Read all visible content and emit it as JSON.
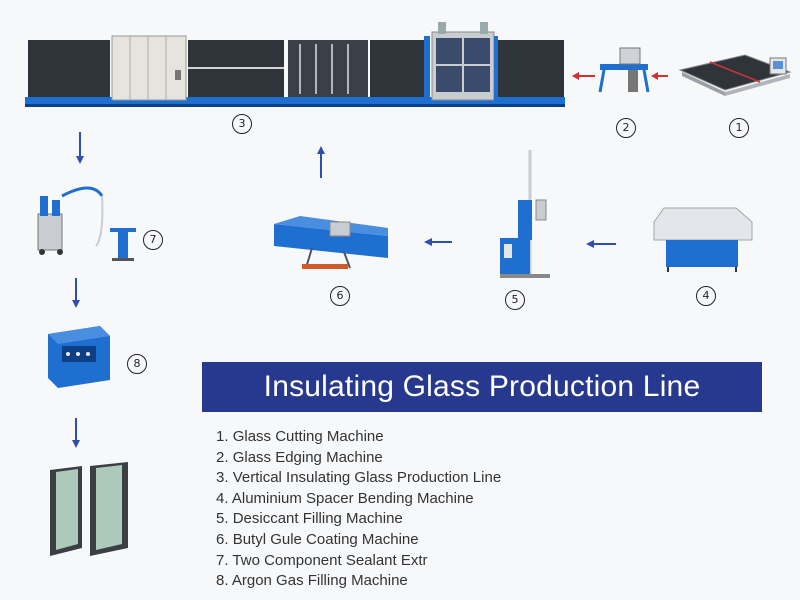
{
  "title": "Insulating Glass Production Line",
  "steps": [
    {
      "number": "1",
      "label": "Glass Cutting Machine"
    },
    {
      "number": "2",
      "label": "Glass Edging Machine"
    },
    {
      "number": "3",
      "label": "Vertical Insulating Glass Production Line"
    },
    {
      "number": "4",
      "label": "Aluminium Spacer Bending Machine"
    },
    {
      "number": "5",
      "label": "Desiccant Filling Machine"
    },
    {
      "number": "6",
      "label": "Butyl Gule Coating Machine"
    },
    {
      "number": "7",
      "label": "Two Component Sealant Extr"
    },
    {
      "number": "8",
      "label": "Argon Gas Filling Machine"
    }
  ],
  "colors": {
    "accent": "#26398f",
    "machine_blue": "#1e6fcf",
    "arrow_red": "#d32f2f",
    "arrow_blue": "#2f4fb0"
  }
}
